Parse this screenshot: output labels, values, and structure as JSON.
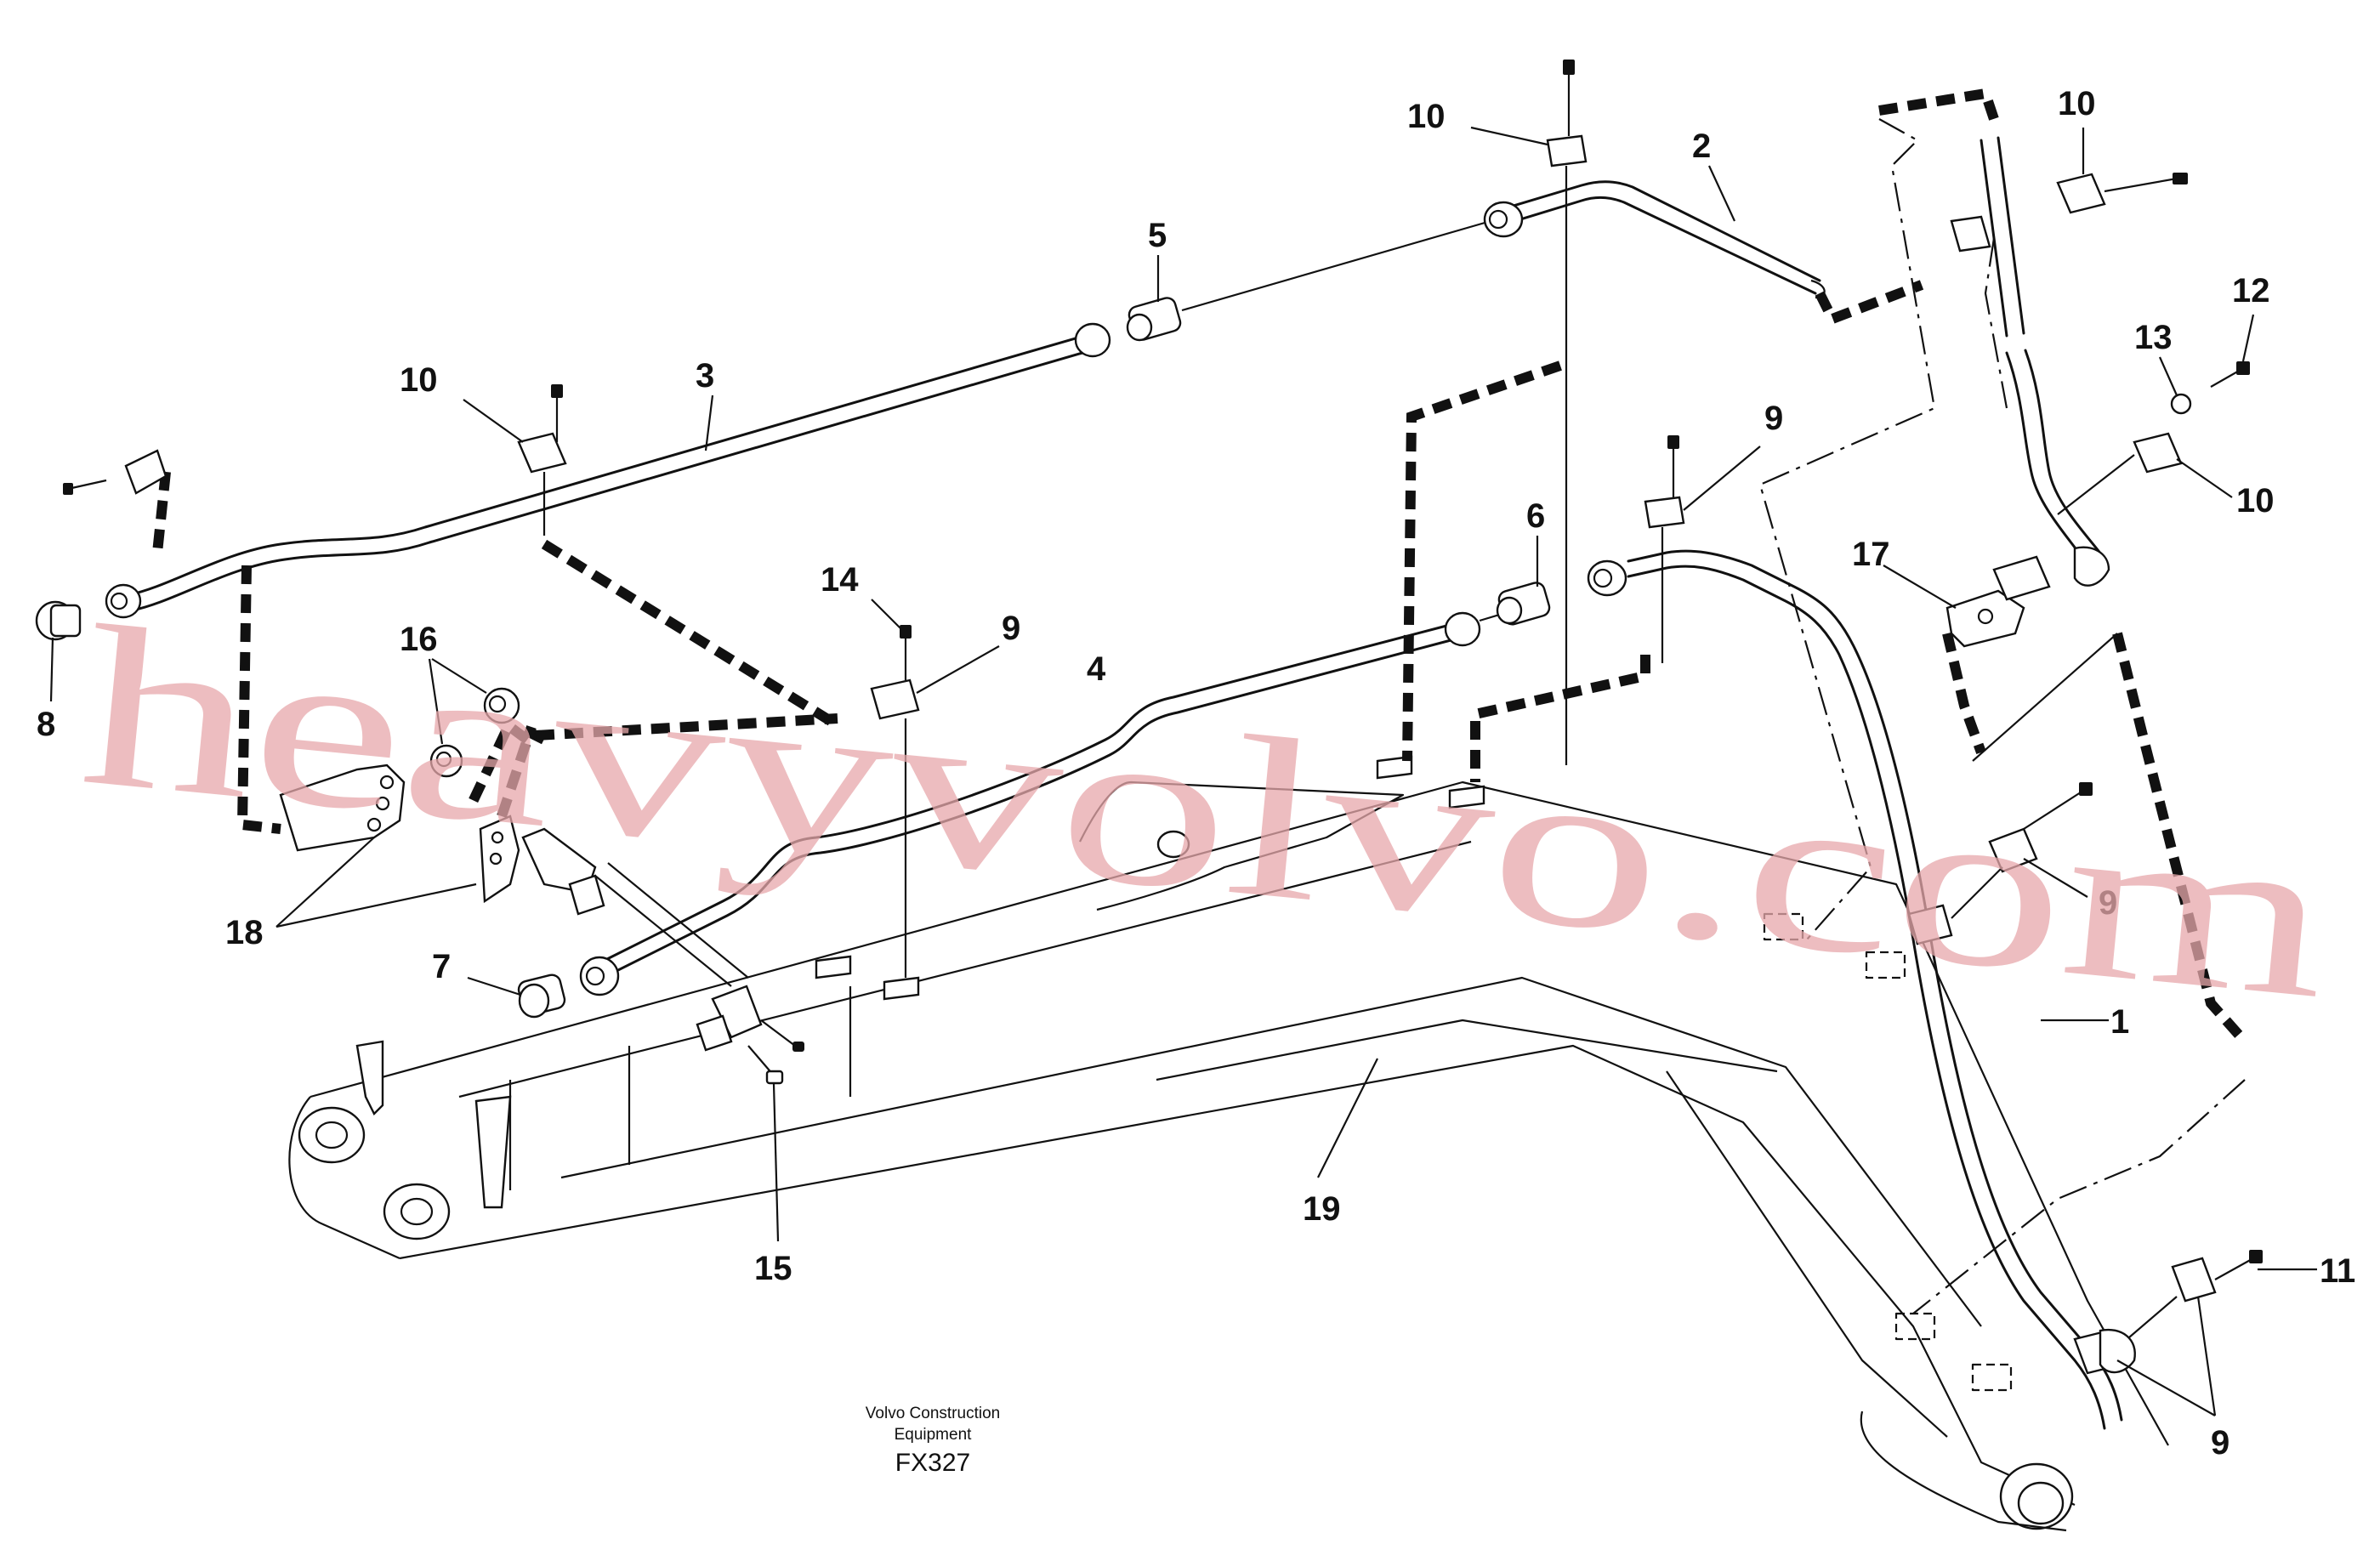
{
  "callouts": [
    {
      "id": "c1",
      "label": "1"
    },
    {
      "id": "c2",
      "label": "2"
    },
    {
      "id": "c3",
      "label": "3"
    },
    {
      "id": "c4",
      "label": "4"
    },
    {
      "id": "c5",
      "label": "5"
    },
    {
      "id": "c6",
      "label": "6"
    },
    {
      "id": "c7",
      "label": "7"
    },
    {
      "id": "c8",
      "label": "8"
    },
    {
      "id": "c9a",
      "label": "9"
    },
    {
      "id": "c9b",
      "label": "9"
    },
    {
      "id": "c9c",
      "label": "9"
    },
    {
      "id": "c9d",
      "label": "9"
    },
    {
      "id": "c10a",
      "label": "10"
    },
    {
      "id": "c10b",
      "label": "10"
    },
    {
      "id": "c10c",
      "label": "10"
    },
    {
      "id": "c10d",
      "label": "10"
    },
    {
      "id": "c11",
      "label": "11"
    },
    {
      "id": "c12",
      "label": "12"
    },
    {
      "id": "c13",
      "label": "13"
    },
    {
      "id": "c14",
      "label": "14"
    },
    {
      "id": "c15",
      "label": "15"
    },
    {
      "id": "c16",
      "label": "16"
    },
    {
      "id": "c17",
      "label": "17"
    },
    {
      "id": "c18",
      "label": "18"
    },
    {
      "id": "c19",
      "label": "19"
    }
  ],
  "credit": {
    "line1": "Volvo Construction",
    "line2": "Equipment",
    "code": "FX327"
  },
  "watermark": {
    "text": "heavyvolvo.com",
    "color": "#e7a8ab"
  },
  "colors": {
    "ink": "#111111",
    "background": "#ffffff"
  }
}
